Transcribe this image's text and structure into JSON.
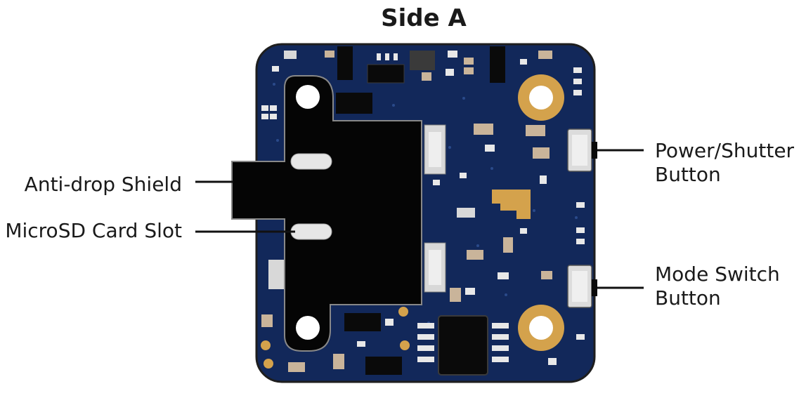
{
  "diagram": {
    "title": "Side A",
    "labels": {
      "anti_drop_shield": "Anti-drop Shield",
      "microsd_slot": "MicroSD Card Slot",
      "power_shutter_line1": "Power/Shutter",
      "power_shutter_line2": "Button",
      "mode_switch_line1": "Mode Switch",
      "mode_switch_line2": "Button"
    },
    "colors": {
      "pcb": "#12285a",
      "pcb_edge": "#1e1e1e",
      "gold": "#d4a24c",
      "shield": "#050505",
      "component_light": "#e8e8e8",
      "leader_line": "#111111"
    }
  }
}
